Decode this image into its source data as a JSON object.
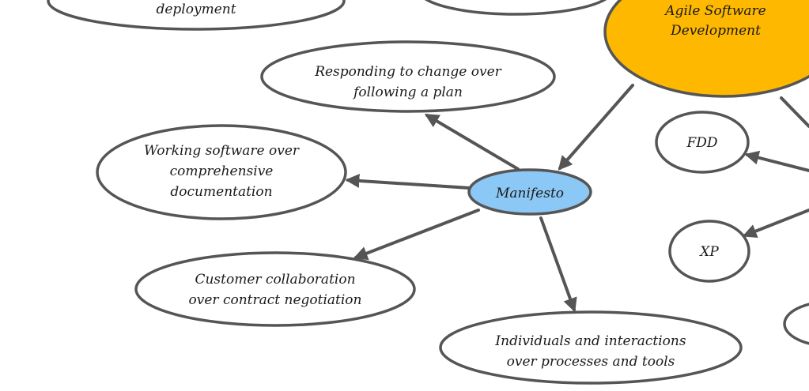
{
  "colors": {
    "outline": "#555555",
    "root_fill": "#FFB800",
    "center_fill": "#8CC8F5",
    "leaf_fill": "#FFFFFF",
    "text": "#1a1a1a"
  },
  "nodes": {
    "agile": {
      "lines": [
        "Agile Software",
        "Development"
      ]
    },
    "manifesto": {
      "lines": [
        "Manifesto"
      ]
    },
    "responding": {
      "lines": [
        "Responding to change over",
        "following a plan"
      ]
    },
    "working": {
      "lines": [
        "Working software over",
        "comprehensive",
        "documentation"
      ]
    },
    "customer": {
      "lines": [
        "Customer collaboration",
        "over contract negotiation"
      ]
    },
    "individuals": {
      "lines": [
        "Individuals and interactions",
        "over processes and tools"
      ]
    },
    "fdd": {
      "lines": [
        "FDD"
      ]
    },
    "xp": {
      "lines": [
        "XP"
      ]
    },
    "deployment": {
      "lines": [
        "deployment"
      ]
    },
    "top_middle": {
      "lines": []
    },
    "right_edge": {
      "lines": []
    }
  }
}
